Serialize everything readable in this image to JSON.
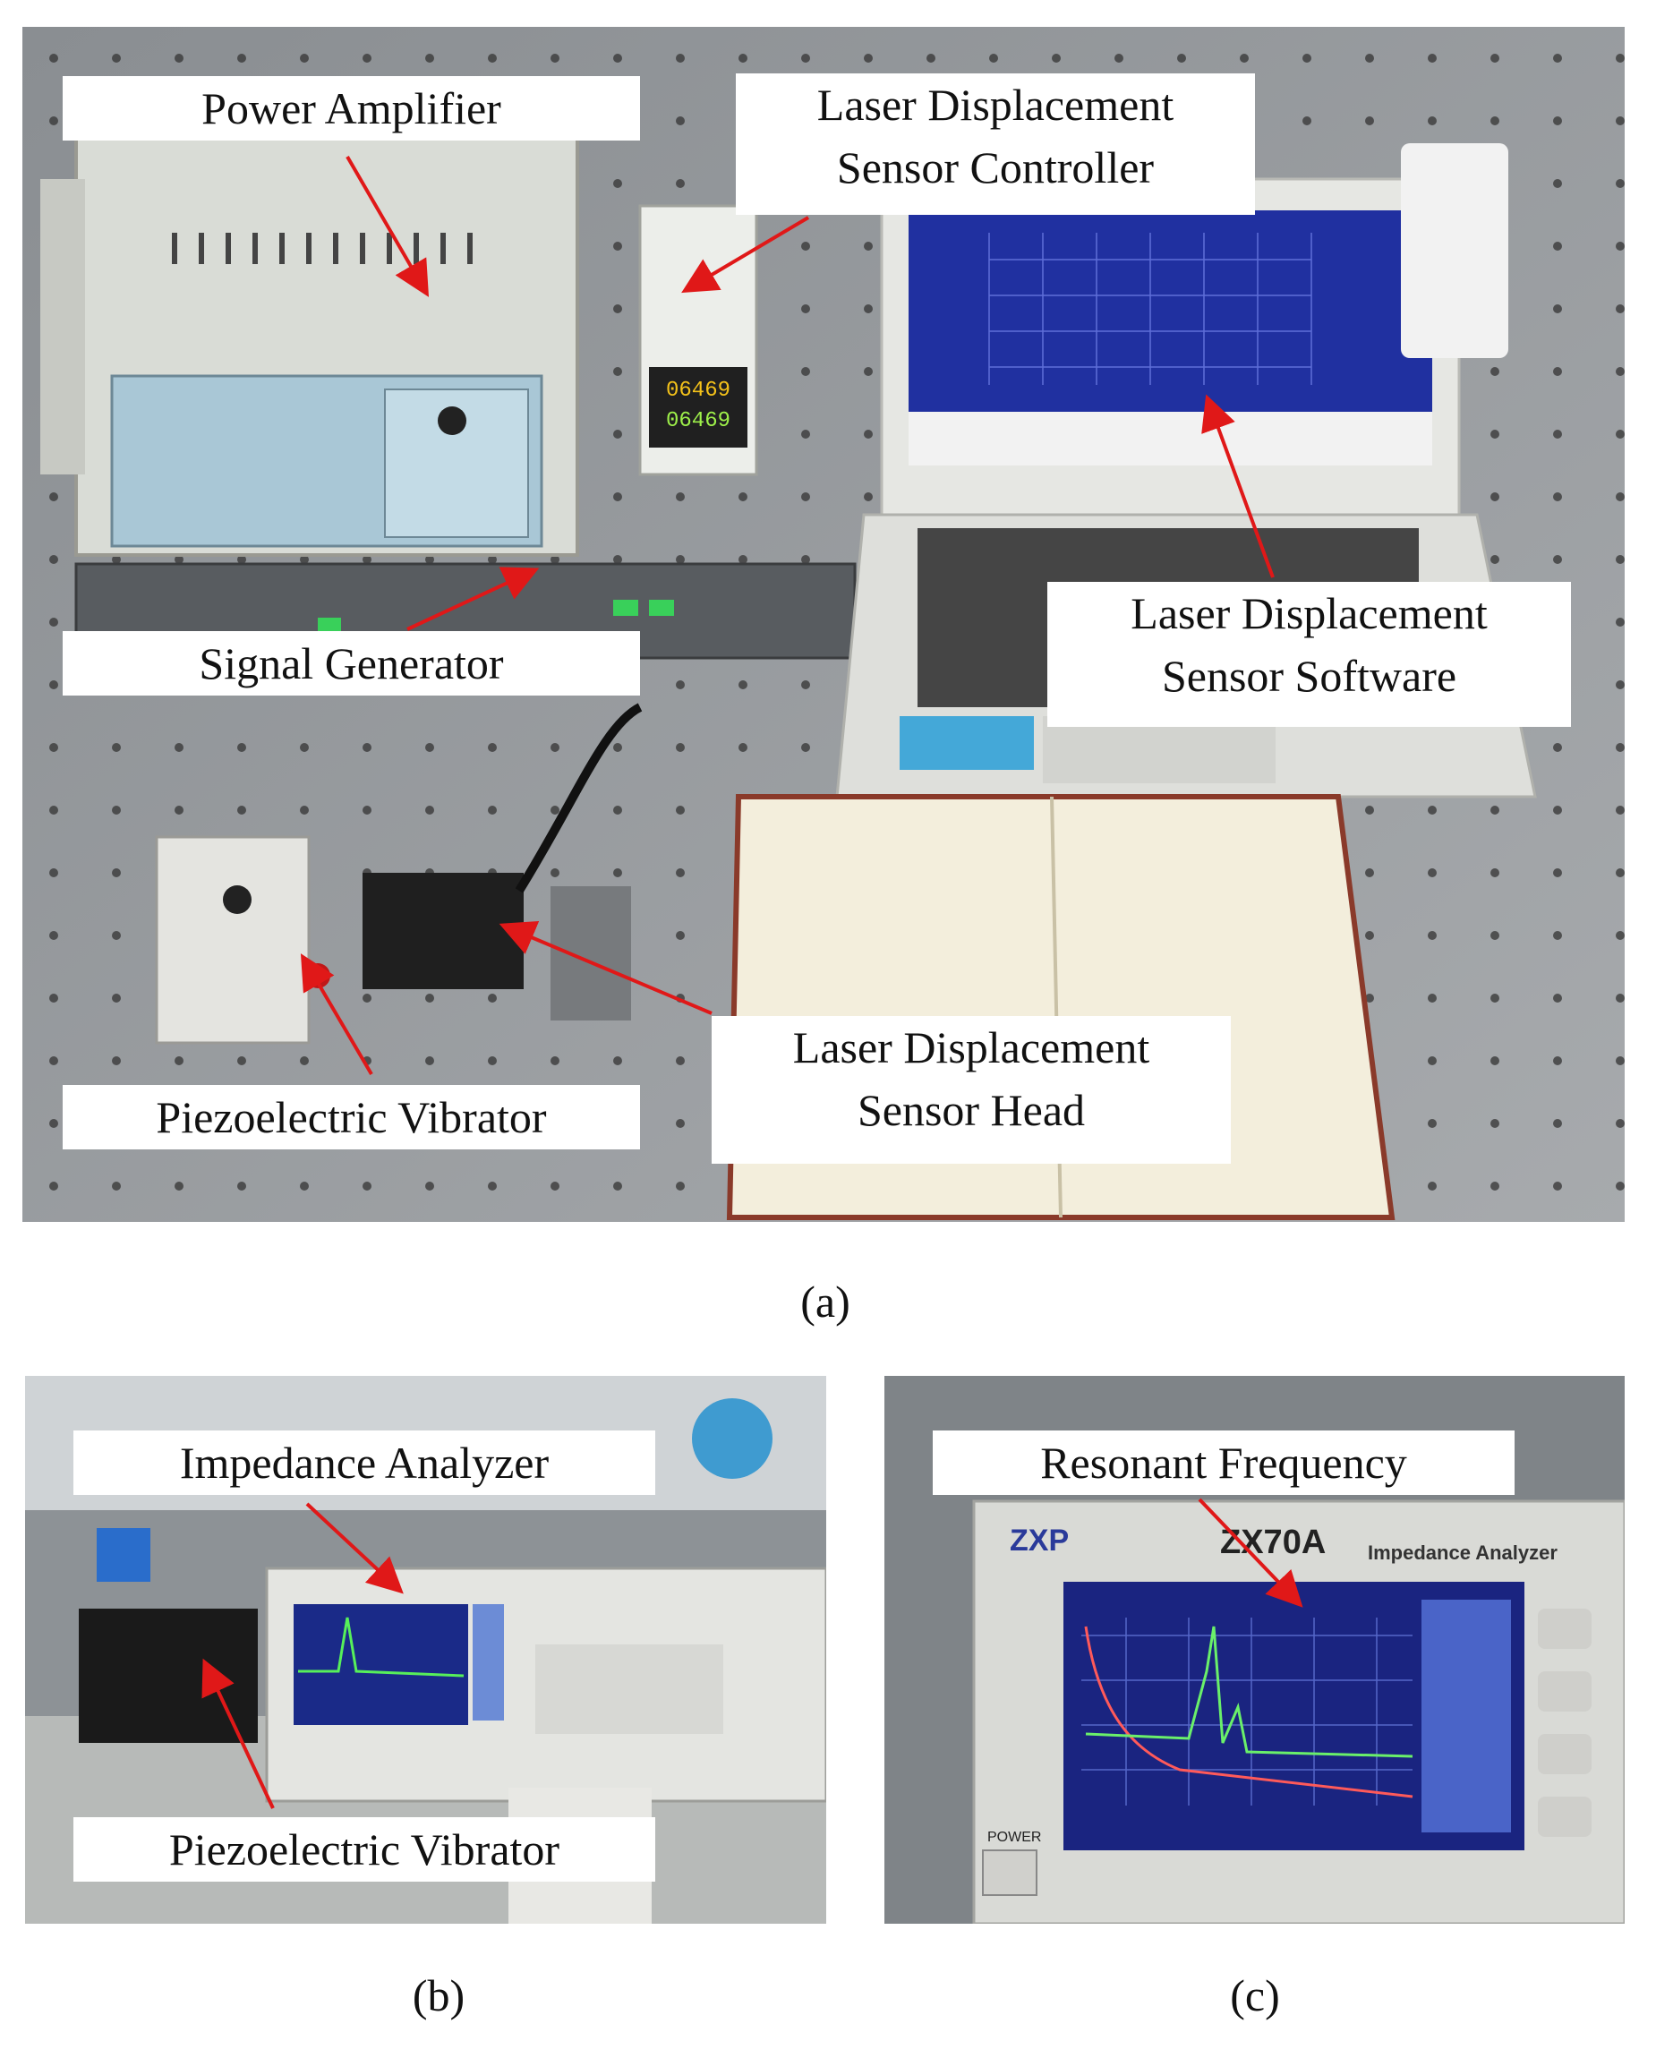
{
  "panel_a": {
    "caption": "(a)",
    "labels": {
      "power_amplifier": "Power Amplifier",
      "controller_line1": "Laser Displacement",
      "controller_line2": "Sensor Controller",
      "signal_generator": "Signal Generator",
      "software_line1": "Laser Displacement",
      "software_line2": "Sensor Software",
      "head_line1": "Laser Displacement",
      "head_line2": "Sensor Head",
      "vibrator": "Piezoelectric Vibrator"
    },
    "display_readout": "06469"
  },
  "panel_b": {
    "caption": "(b)",
    "labels": {
      "impedance_analyzer": "Impedance Analyzer",
      "vibrator": "Piezoelectric Vibrator"
    }
  },
  "panel_c": {
    "caption": "(c)",
    "labels": {
      "resonant_frequency": "Resonant Frequency"
    },
    "device": {
      "brand": "ZXP",
      "model": "ZX70A",
      "name": "Impedance Analyzer",
      "power": "POWER"
    }
  },
  "colors": {
    "arrow": "#e01818",
    "label_bg": "#ffffff",
    "screen_blue": "#1f2f9a"
  }
}
